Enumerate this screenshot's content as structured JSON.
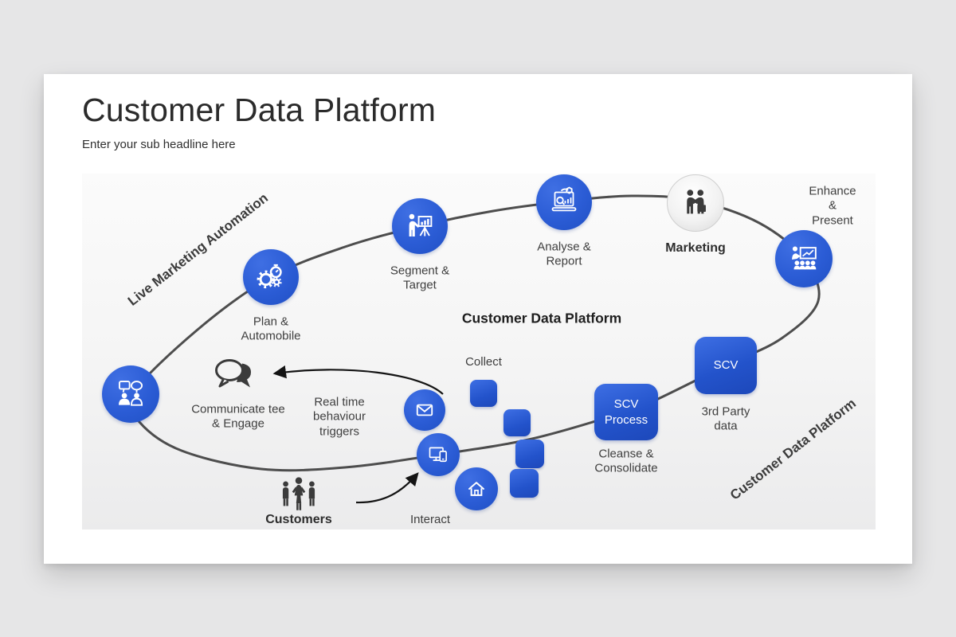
{
  "slide": {
    "title": "Customer Data Platform",
    "subtitle": "Enter your sub headline here"
  },
  "colors": {
    "accent_blue": "#2b5cd5",
    "curve_gray": "#4d4d4d",
    "arrow_black": "#141414",
    "marketing_circle_gray": "#e8e8e8",
    "panel_background": "#f3f3f3"
  },
  "diagram": {
    "center_title": "Customer Data Platform",
    "arc_label_top_left": "Live Marketing Automation",
    "arc_label_bottom_right": "Customer Data Platform",
    "labels": {
      "plan": "Plan &\nAutomobile",
      "segment": "Segment &\nTarget",
      "analyse": "Analyse &\nReport",
      "marketing": "Marketing",
      "enhance": "Enhance &\nPresent",
      "collect": "Collect",
      "scv": "SCV",
      "third_party": "3rd Party\ndata",
      "scv_process": "SCV\nProcess",
      "cleanse": "Cleanse &\nConsolidate",
      "communicate": "Communicate tee\n& Engage",
      "realtime": "Real time\nbehaviour\ntriggers",
      "customers": "Customers",
      "interact": "Interact"
    },
    "icons": [
      "chat-users-icon",
      "gears-timer-icon",
      "presenter-chart-icon",
      "laptop-analytics-icon",
      "handshake-icon",
      "presentation-audience-icon",
      "email-icon",
      "devices-icon",
      "home-icon",
      "speech-bubbles-icon",
      "people-group-icon"
    ]
  }
}
